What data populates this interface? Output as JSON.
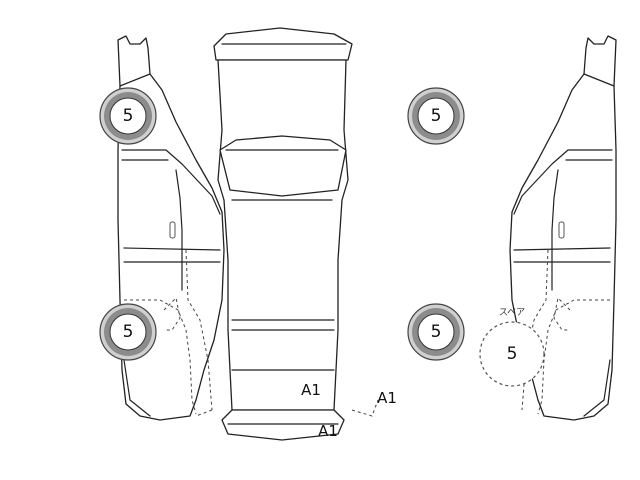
{
  "tires": {
    "left_front": "5",
    "right_front": "5",
    "left_rear": "5",
    "right_rear": "5"
  },
  "spare": {
    "caption": "スペア",
    "value": "5"
  },
  "damage_marks": {
    "rear_body": "A1",
    "rear_bumper": "A1",
    "right_rear_door": "A1"
  },
  "colors": {
    "outline": "#222222",
    "tire": "#8c8c8c",
    "background": "#ffffff"
  }
}
